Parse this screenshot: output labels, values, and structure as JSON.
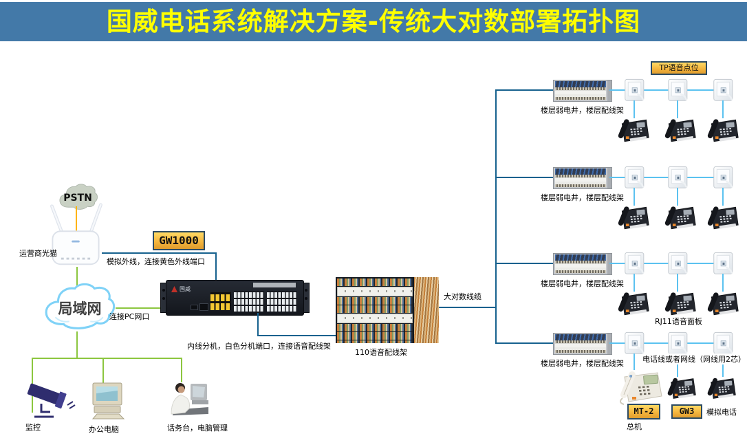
{
  "title": "国威电话系统解决方案-传统大对数部署拓扑图",
  "colors": {
    "banner_bg": "#4379A8",
    "title_text": "#FFFF00",
    "dark_line": "#16618E",
    "light_line": "#5BC2F0",
    "green_line": "#8CC63F",
    "orange_line": "#FFB400",
    "tag_fill": "#F3B33C",
    "tag_border": "#2B4A63"
  },
  "left": {
    "pstn_label": "PSTN",
    "modem_label": "运营商光猫",
    "lan_label": "局域网",
    "gw1000_tag": "GW1000",
    "device_brand": "国威",
    "analog_line_label": "模拟外线，连接黄色外线端口",
    "pc_port_label": "连接PC网口",
    "extension_label": "内线分机，白色分机端口，连接语音配线架",
    "frame_label": "110语音配线架",
    "trunk_label": "大对数线缆",
    "camera_label": "监控",
    "office_pc_label": "办公电脑",
    "operator_label": "话务台，电脑管理"
  },
  "right": {
    "tp_tag": "TP语音点位",
    "rows": [
      {
        "label": "楼层弱电井，楼层配线架"
      },
      {
        "label": "楼层弱电井，楼层配线架"
      },
      {
        "label": "楼层弱电井，楼层配线架"
      },
      {
        "label": "楼层弱电井，楼层配线架"
      }
    ],
    "rj11_label": "RJ11语音面板",
    "cable_label": "电话线或者网线（网线用2芯）",
    "mt2_tag": "MT-2",
    "switchboard_label": "总机",
    "gw3_tag": "GW3",
    "analog_phone_label": "模拟电话"
  },
  "icons": {
    "camera": "cctv-camera",
    "office_pc": "desktop-computer",
    "operator": "person-at-terminal",
    "modem": "wireless-router",
    "pstn": "network-cloud",
    "lan": "network-cloud",
    "phone": "desk-telephone",
    "wall_plate": "rj11-wall-plate",
    "floor_panel": "patch-panel",
    "frame110": "110-wiring-block"
  }
}
